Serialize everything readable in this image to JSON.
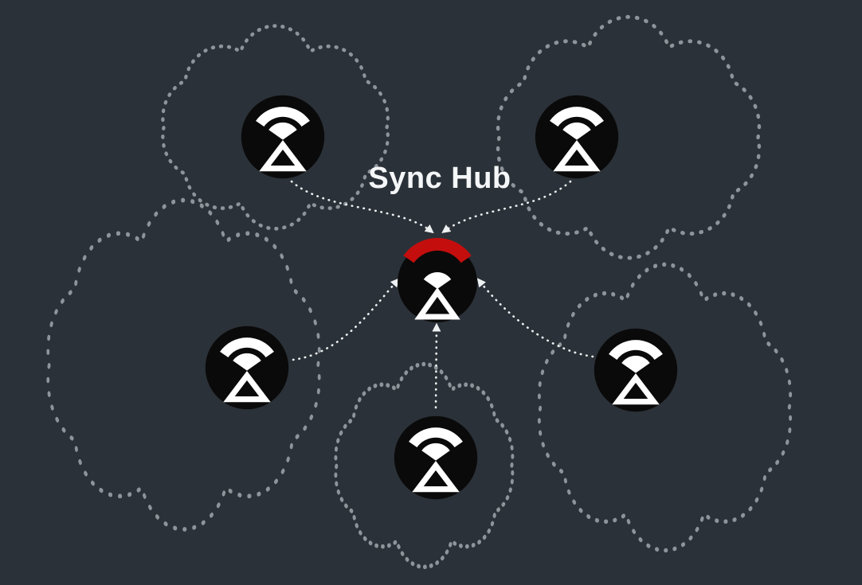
{
  "title": {
    "text": "Sync Hub"
  },
  "colors": {
    "background": "#2b3138",
    "node_fill": "#0a0a0a",
    "icon": "#ffffff",
    "hub_accent": "#c40e0e",
    "cloud_outline": "#8e949a",
    "arrow": "#eef1f2",
    "title_text": "#f4f6f7"
  },
  "hub": {
    "id": "sync-hub",
    "label": "Sync Hub",
    "icon": "sync-logo-icon",
    "accent": "red-top-arc"
  },
  "devices": [
    {
      "id": "device-top-left",
      "icon": "sync-logo-icon",
      "container": "dotted-cloud"
    },
    {
      "id": "device-top-right",
      "icon": "sync-logo-icon",
      "container": "dotted-cloud"
    },
    {
      "id": "device-mid-left",
      "icon": "sync-logo-icon",
      "container": "dotted-cloud"
    },
    {
      "id": "device-bottom-center",
      "icon": "sync-logo-icon",
      "container": "dotted-cloud"
    },
    {
      "id": "device-mid-right",
      "icon": "sync-logo-icon",
      "container": "dotted-cloud"
    }
  ],
  "edges": [
    {
      "from": "device-top-left",
      "to": "sync-hub",
      "style": "dotted-arrow"
    },
    {
      "from": "device-top-right",
      "to": "sync-hub",
      "style": "dotted-arrow"
    },
    {
      "from": "device-mid-left",
      "to": "sync-hub",
      "style": "dotted-arrow"
    },
    {
      "from": "device-bottom-center",
      "to": "sync-hub",
      "style": "dotted-arrow"
    },
    {
      "from": "device-mid-right",
      "to": "sync-hub",
      "style": "dotted-arrow"
    }
  ]
}
